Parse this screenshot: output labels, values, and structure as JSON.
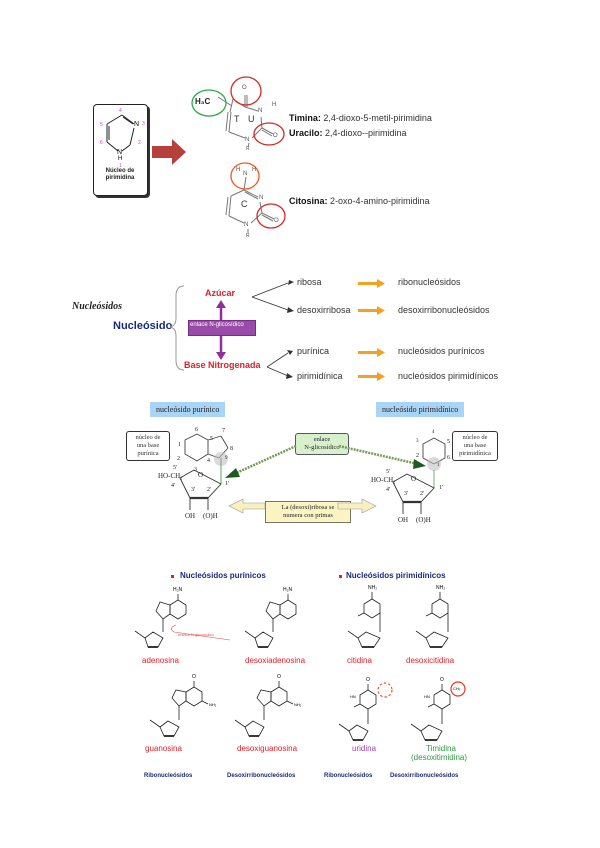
{
  "section1": {
    "pyrimidine_box": {
      "caption_line1": "Núcleo de",
      "caption_line2": "pirimidina",
      "atom_numbers": [
        "1",
        "2",
        "3",
        "4",
        "5",
        "6"
      ],
      "atoms": {
        "n3": "N",
        "n1": "N",
        "h1": "H"
      }
    },
    "thymine_uracil": {
      "methyl_label": "H₃C",
      "ring_letters": [
        "T",
        "U"
      ],
      "atoms": {
        "o_top": "O",
        "n_top": "N",
        "h_top": "H",
        "o_right": "O",
        "n_bottom": "N",
        "r": "R"
      }
    },
    "cytosine": {
      "ring_letter": "C",
      "atoms": {
        "h_left": "H",
        "n_amino": "N",
        "h_right": "H",
        "n_ring": "N",
        "o": "O",
        "n_bottom": "N",
        "r": "R"
      }
    },
    "descriptions": [
      {
        "name": "Timina:",
        "formula": "2,4-dioxo-5-metil-pirimidina"
      },
      {
        "name": "Uracilo:",
        "formula": "2,4-dioxo--pirimidina"
      },
      {
        "name": "Citosina:",
        "formula": "2-oxo-4-amino-pirimidina"
      }
    ],
    "colors": {
      "arrow": "#b5403c",
      "circle_red": "#d42a26",
      "circle_green": "#2eaa48",
      "circle_orange": "#f0581e",
      "number_pink": "#d63bd6"
    }
  },
  "section2": {
    "heading": "Nucleósidos",
    "root": "Nucleósido",
    "sugar": "Azúcar",
    "base": "Base Nitrogenada",
    "bond_label": "enlace N-glicosídico",
    "branches": [
      {
        "label": "ribosa",
        "result": "ribonucleósidos"
      },
      {
        "label": "desoxirribosa",
        "result": "desoxirribonucleósidos"
      },
      {
        "label": "purínica",
        "result": "nucleósidos purínicos"
      },
      {
        "label": "pirimidínica",
        "result": "nucleósidos pirimidínicos"
      }
    ],
    "colors": {
      "root": "#1a2a7a",
      "category": "#e0202a",
      "bond": "#8e2f9a",
      "orange_arrow": "#f5a020"
    }
  },
  "section3": {
    "purine_title": "nucleósido purínico",
    "pyrimidine_title": "nucleósido pirimidínico",
    "purine_note": [
      "núcleo de",
      "una base",
      "purínica"
    ],
    "pyrimidine_note": [
      "núcleo de",
      "una base",
      "pirimidínica"
    ],
    "bond_note": [
      "enlace",
      "N-glicosídico"
    ],
    "sugar_note": [
      "La (desoxi)ribosa se",
      "numera con primas"
    ],
    "purine_numbers": [
      "1",
      "2",
      "3",
      "4",
      "5",
      "6",
      "7",
      "8",
      "9"
    ],
    "pyrimidine_numbers": [
      "1",
      "2",
      "3",
      "4",
      "5",
      "6"
    ],
    "sugar_labels": {
      "c5": "5'",
      "c4": "4'",
      "c3": "3'",
      "c2": "2'",
      "c1": "1'",
      "hoch2": "HO-CH₂",
      "o": "O",
      "oh": "OH",
      "oh2": "(O)H"
    }
  },
  "section4": {
    "purine_heading": "Nucleósidos purínicos",
    "pyrimidine_heading": "Nucleósidos pirimidínicos",
    "row1": [
      {
        "name": "adenosina",
        "color": "#e0202a"
      },
      {
        "name": "desoxiadenosina",
        "color": "#e0202a"
      },
      {
        "name": "citidina",
        "color": "#e0202a"
      },
      {
        "name": "desoxicitidina",
        "color": "#e0202a"
      }
    ],
    "row2": [
      {
        "name": "guanosina",
        "color": "#e0202a"
      },
      {
        "name": "desoxiguanosina",
        "color": "#e0202a"
      },
      {
        "name": "uridina",
        "color": "#a040b8"
      },
      {
        "name": "Timidina",
        "sub": "(desoxitimidina)",
        "color": "#2e9a40"
      }
    ],
    "adenosina_annotation": "enlace N-glicosídico",
    "bottom_labels": [
      "Ribonucleósidos",
      "Desoxirribonucleósidos",
      "Ribonucleósidos",
      "Desoxirribonucleósidos"
    ],
    "atoms": {
      "h2n": "H₂N",
      "nh2": "NH₂",
      "o": "O",
      "hn": "HN",
      "oh": "OH",
      "h": "H",
      "ho": "HO",
      "ch3": "CH₃"
    }
  }
}
